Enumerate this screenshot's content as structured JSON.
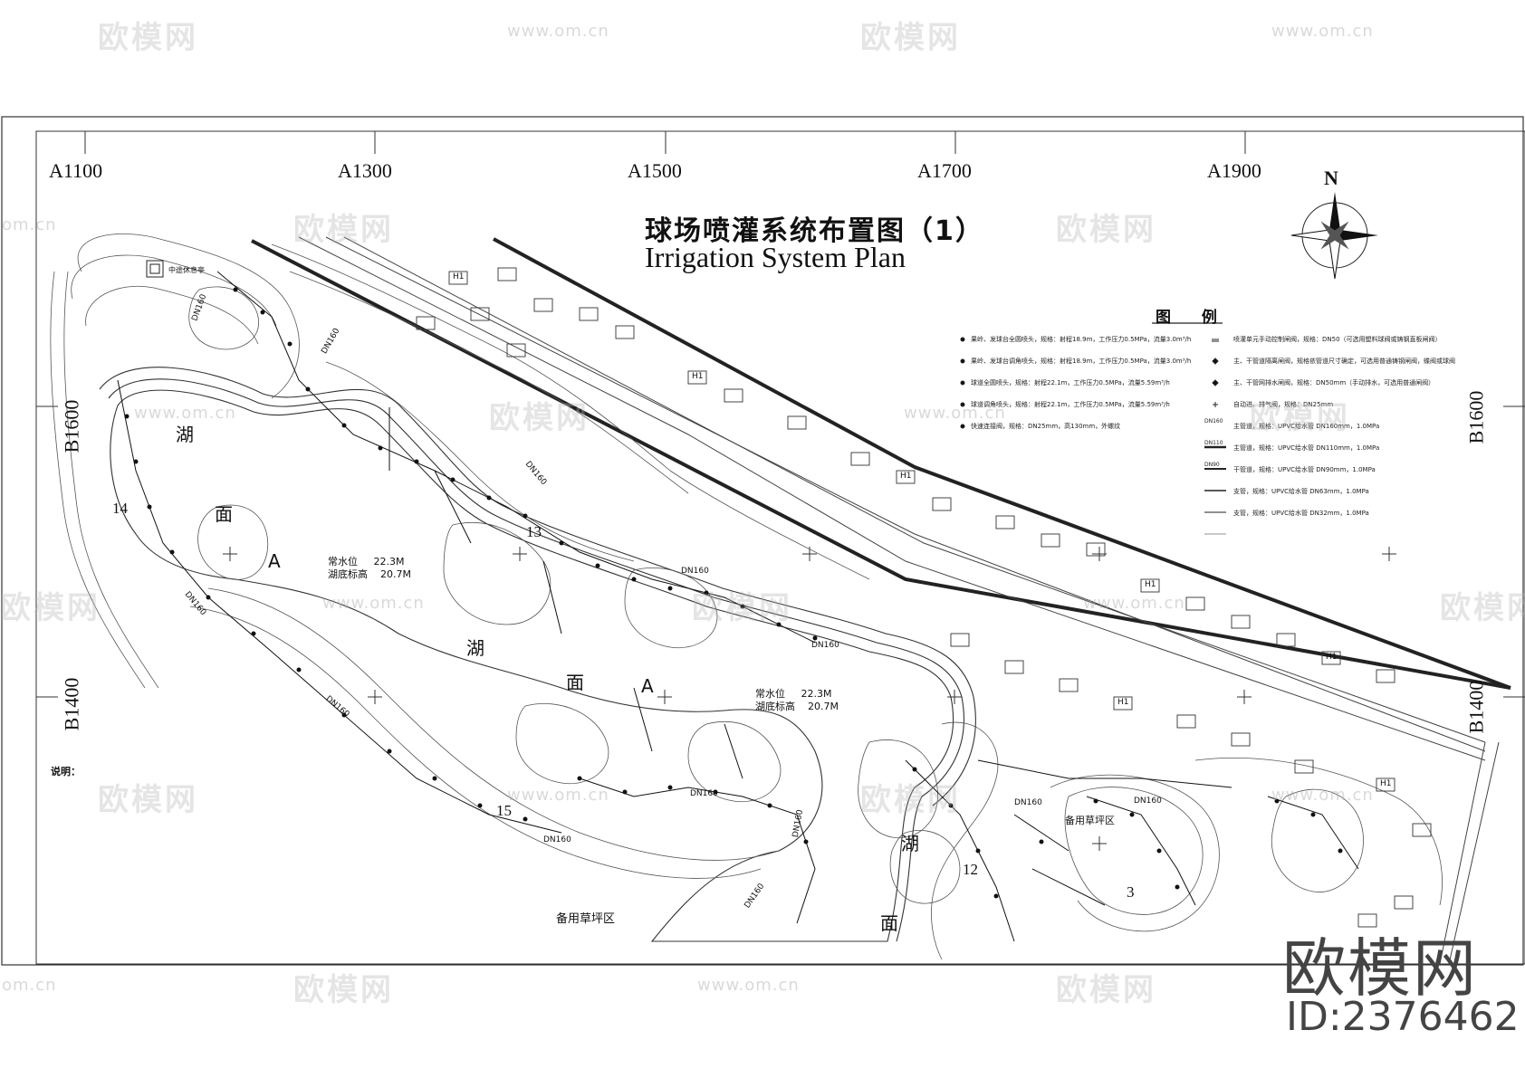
{
  "title": {
    "cn": "球场喷灌系统布置图（1）",
    "en": "Irrigation System Plan"
  },
  "north_label": "N",
  "grid": {
    "top_labels": [
      "A1100",
      "A1300",
      "A1500",
      "A1700",
      "A1900"
    ],
    "left_labels": [
      "B1600",
      "B1400"
    ],
    "right_labels": [
      "B1600",
      "B1400"
    ]
  },
  "legend": {
    "title": "图 例",
    "left_items": [
      "果岭、发球台全圆喷头，规格：射程18.9m，工作压力0.5MPa，流量3.0m³/h",
      "果岭、发球台调角喷头，规格：射程18.9m，工作压力0.5MPa，流量3.0m³/h",
      "球道全圆喷头，规格：射程22.1m，工作压力0.5MPa，流量5.59m³/h",
      "球道调角喷头，规格：射程22.1m，工作压力0.5MPa，流量5.59m³/h",
      "快速连接阀，规格：DN25mm，高130mm，外螺纹"
    ],
    "right_items": [
      "喷灌单元手动控制闸阀，规格：DN50（可选用塑料球阀或铸钢直板闸阀）",
      "主、干管道隔离闸阀，规格依管道尺寸确定，可选用普通铸钢闸阀，蝶阀或球阀",
      "主、干管网排水闸阀，规格：DN50mm（手动排水，可选用普通闸阀）",
      "自动进、排气阀，规格：DN25mm",
      "主管道，规格：UPVC给水管 DN160mm，1.0MPa",
      "主管道，规格：UPVC给水管 DN110mm，1.0MPa",
      "干管道，规格：UPVC给水管 DN90mm，1.0MPa",
      "支管，规格：UPVC给水管 DN63mm，1.0MPa",
      "支管，规格：UPVC给水管 DN32mm，1.0MPa"
    ],
    "right_symbols": [
      "",
      "",
      "",
      "",
      "DN160",
      "DN110",
      "DN90",
      "",
      ""
    ]
  },
  "lakes": [
    {
      "chars": [
        "湖",
        "面",
        "A"
      ]
    },
    {
      "chars": [
        "湖",
        "面",
        "A"
      ]
    },
    {
      "chars": [
        "湖",
        "面"
      ]
    }
  ],
  "water_level": {
    "normal_label": "常水位",
    "bottom_label": "湖底标高",
    "normal_value": "22.3M",
    "bottom_value": "20.7M"
  },
  "pipe_labels": [
    "DN160",
    "DN160",
    "DN160",
    "DN160",
    "DN160",
    "DN160",
    "DN160",
    "DN160",
    "DN160",
    "DN160",
    "DN160",
    "DN160",
    "DN160"
  ],
  "zone_numbers": [
    "14",
    "13",
    "15",
    "12",
    "3"
  ],
  "areas": [
    "备用草坪区",
    "备用草坪区",
    "中途休息亭"
  ],
  "house_label": "H1",
  "note_label": "说明：",
  "watermarks": {
    "brand": "欧模网",
    "url": "www.om.cn",
    "url_short": "om.cn"
  },
  "brand_corner": {
    "name": "欧模网",
    "id": "ID:2376462"
  }
}
